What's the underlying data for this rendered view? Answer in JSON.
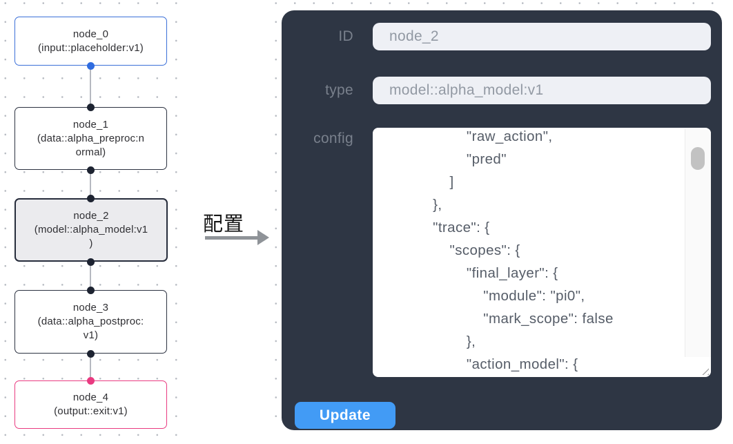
{
  "flowchart": {
    "nodes": [
      {
        "name": "node_0",
        "lines": [
          "node_0",
          "(input::placeholder:v1)"
        ]
      },
      {
        "name": "node_1",
        "lines": [
          "node_1",
          "(data::alpha_preproc:n",
          "ormal)"
        ]
      },
      {
        "name": "node_2",
        "lines": [
          "node_2",
          "(model::alpha_model:v1",
          ")"
        ]
      },
      {
        "name": "node_3",
        "lines": [
          "node_3",
          "(data::alpha_postproc:",
          "v1)"
        ]
      },
      {
        "name": "node_4",
        "lines": [
          "node_4",
          "(output::exit:v1)"
        ]
      }
    ],
    "selected_node": "node_2"
  },
  "transition": {
    "label": "配置"
  },
  "panel": {
    "id_field": {
      "label": "ID",
      "value": "node_2"
    },
    "type_field": {
      "label": "type",
      "value": "model::alpha_model:v1"
    },
    "config_field": {
      "label": "config",
      "lines": [
        "                    \"raw_action\",",
        "                    \"pred\"",
        "                ]",
        "            },",
        "            \"trace\": {",
        "                \"scopes\": {",
        "                    \"final_layer\": {",
        "                        \"module\": \"pi0\",",
        "                        \"mark_scope\": false",
        "                    },",
        "                    \"action_model\": {"
      ]
    },
    "update_button": "Update"
  },
  "colors": {
    "panel_bg": "#2e3644",
    "input_node_border": "#3a6fd8",
    "output_node_border": "#e93a80",
    "selected_node_bg": "#ebebee",
    "default_node_border": "#2b3140",
    "button_blue": "#429bf5",
    "edge_gray": "#b6b9c0",
    "port_dark": "#1d2331",
    "port_blue": "#2f6ce0",
    "port_pink": "#e93a80"
  }
}
